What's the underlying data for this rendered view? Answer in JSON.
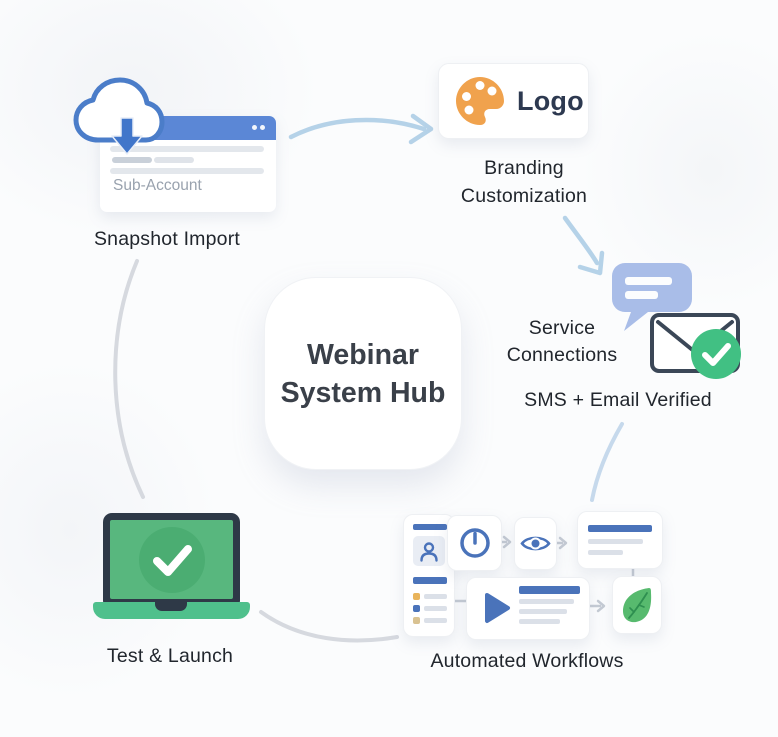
{
  "hub": {
    "line1": "Webinar",
    "line2": "System Hub"
  },
  "nodes": {
    "snapshot_import": {
      "label": "Snapshot Import",
      "window_caption": "Sub-Account",
      "icons": [
        "cloud-icon",
        "download-arrow-icon",
        "browser-window-icon"
      ]
    },
    "branding": {
      "label_line1": "Branding",
      "label_line2": "Customization",
      "badge_text": "Logo",
      "icon": "palette-icon"
    },
    "service": {
      "label_line1": "Service",
      "label_line2": "Connections",
      "verified_text": "SMS + Email Verified",
      "icons": [
        "chat-bubble-icon",
        "envelope-icon",
        "check-icon"
      ]
    },
    "test_launch": {
      "label": "Test & Launch",
      "icons": [
        "laptop-icon",
        "check-icon"
      ]
    },
    "workflows": {
      "label": "Automated Workflows",
      "icons": [
        "person-icon",
        "clock-icon",
        "eye-icon",
        "document-icon",
        "play-icon",
        "leaf-icon"
      ]
    }
  },
  "colors": {
    "flow_arrow_blue": "#b5d2e8",
    "connector_grey": "#d6d9df",
    "soft_arc_blue": "#c6d9ec",
    "browser_bar_blue": "#5b87d6",
    "cloud_blue": "#4b7dc9",
    "palette_orange": "#f0a24d",
    "bubble_blue": "#a9bde8",
    "envelope_outline": "#3b4757",
    "success_green": "#41c083",
    "laptop_frame": "#2e3947",
    "laptop_screen_green": "#58b77e",
    "laptop_base_green": "#4fc08c",
    "workflow_blue": "#4a73ba",
    "leaf_green": "#57ba6e",
    "list_orange": "#e9b45b",
    "list_tan": "#d9c291"
  }
}
